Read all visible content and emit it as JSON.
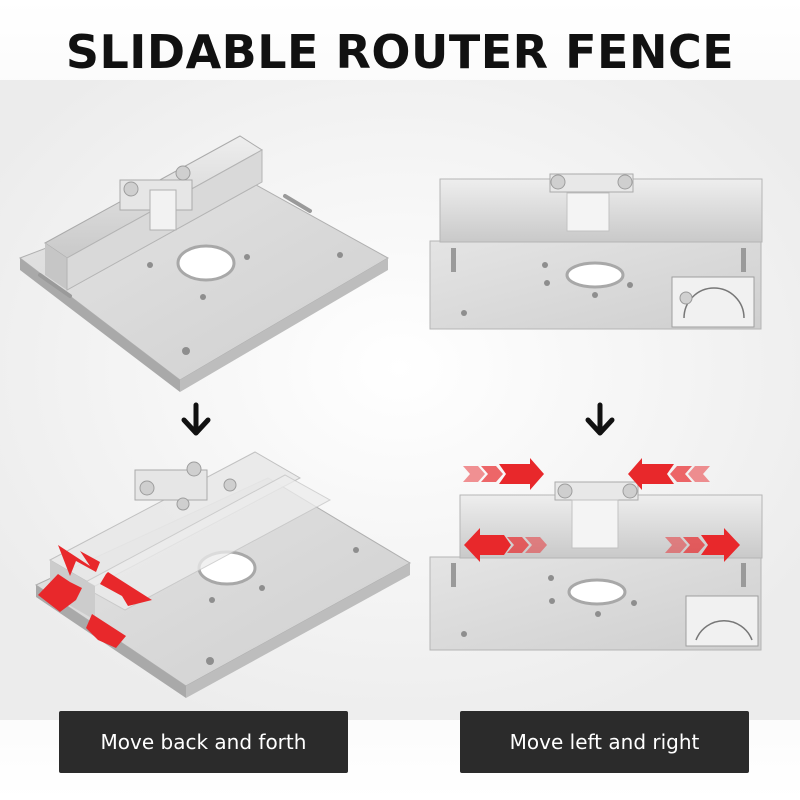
{
  "title": "SLIDABLE ROUTER FENCE",
  "captions": {
    "left": "Move back and forth",
    "right": "Move left and right"
  },
  "colors": {
    "arrow_red": "#e8282b",
    "caption_bg": "#2b2b2b",
    "caption_text": "#ffffff",
    "aluminum": "#dcdcdc",
    "title_text": "#111111"
  },
  "icons": {
    "down_arrow": "down-arrow-icon",
    "red_arrow": "red-direction-arrow-icon"
  }
}
